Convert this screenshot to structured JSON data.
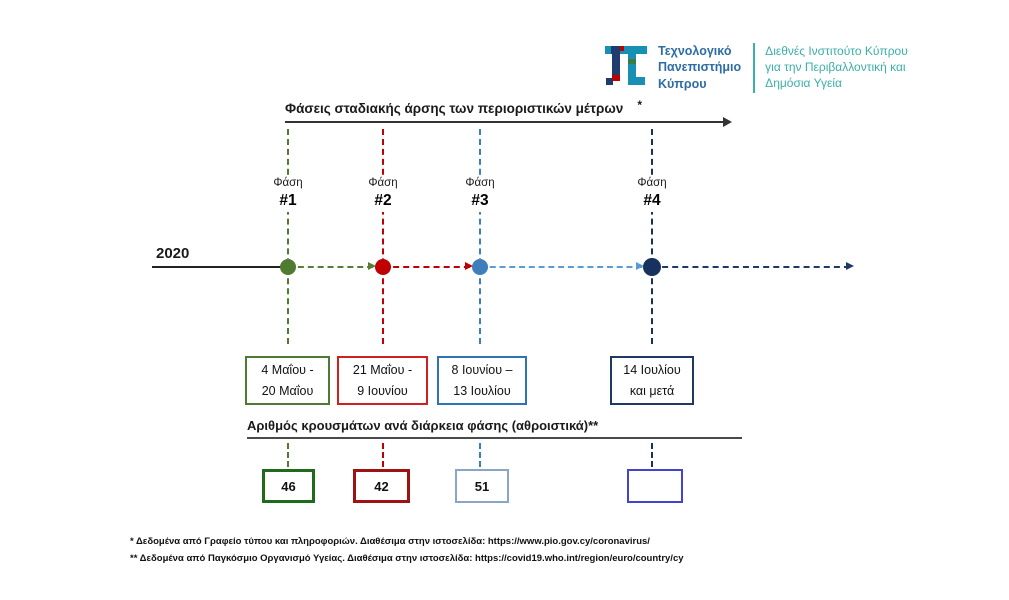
{
  "logo": {
    "university_lines": [
      "Τεχνολογικό",
      "Πανεπιστήμιο",
      "Κύπρου"
    ],
    "university_color": "#2E6DA4",
    "institute_lines": [
      "Διεθνές Ινστιτούτο Κύπρου",
      "για την Περιβαλλοντική και",
      "Δημόσια Υγεία"
    ],
    "institute_color": "#3BAFA8",
    "mark_teal": "#1790B4",
    "mark_navy": "#1F3C6E",
    "mark_red": "#C00000",
    "mark_green": "#3A7D44"
  },
  "phases_section": {
    "title": "Φάσεις σταδιακής άρσης των περιοριστικών μέτρων",
    "title_note": "*",
    "year_label": "2020"
  },
  "phases": [
    {
      "label": "Φάση",
      "number": "#1",
      "date_line1": "4 Μαΐου -",
      "date_line2": "20 Μαΐου",
      "cases": "46",
      "color": "#4E7A32",
      "date_border": "#4E7A32",
      "case_border": "#1E6B1E"
    },
    {
      "label": "Φάση",
      "number": "#2",
      "date_line1": "21 Μαΐου -",
      "date_line2": "9 Ιουνίου",
      "cases": "42",
      "color": "#C00000",
      "date_border": "#D02020",
      "case_border": "#9E1212"
    },
    {
      "label": "Φάση",
      "number": "#3",
      "date_line1": "8 Ιουνίου –",
      "date_line2": "13 Ιουλίου",
      "cases": "51",
      "color": "#3D7EBB",
      "date_border": "#2E74B5",
      "case_border": "#8AA5C6"
    },
    {
      "label": "Φάση",
      "number": "#4",
      "date_line1": "14 Ιουλίου",
      "date_line2": "και μετά",
      "cases": "",
      "color": "#17325E",
      "date_border": "#1F3864",
      "case_border": "#4343CF"
    }
  ],
  "timeline": {
    "segments": [
      {
        "color": "#567D3A"
      },
      {
        "color": "#C00000"
      },
      {
        "color": "#5B9BD5"
      },
      {
        "color": "#1F3864"
      }
    ]
  },
  "cases_section": {
    "title": "Αριθμός κρουσμάτων ανά διάρκεια φάσης (αθροιστικά)**"
  },
  "footnotes": [
    "* Δεδομένα από Γραφείο τύπου και πληροφοριών. Διαθέσιμα στην ιστοσελίδα: https://www.pio.gov.cy/coronavirus/",
    "** Δεδομένα από Παγκόσμιο Οργανισμό Υγείας. Διαθέσιμα στην ιστοσελίδα: https://covid19.who.int/region/euro/country/cy"
  ]
}
